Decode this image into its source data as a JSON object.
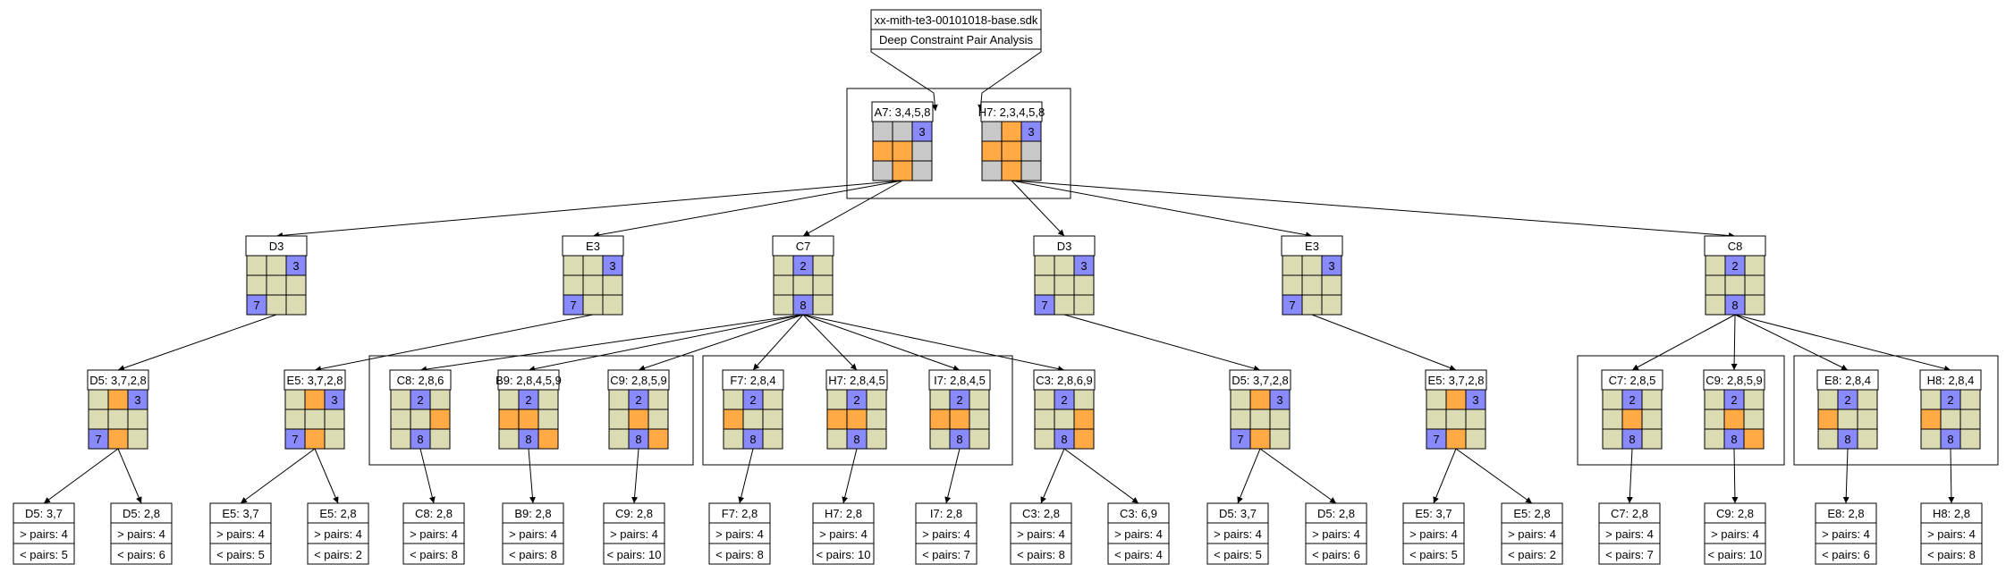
{
  "palette": {
    "default": "#dcdcb4",
    "blue": "#8a8aff",
    "orange": "#ffaa44",
    "gray": "#c8c8c8",
    "line": "#000000"
  },
  "root": {
    "file": "xx-mith-te3-00101018-base.sdk",
    "title": "Deep Constraint Pair Analysis"
  },
  "level1": [
    {
      "id": "A7",
      "label": "A7: 3,4,5,8",
      "cells": [
        "g",
        "g",
        "b3",
        "o",
        "o",
        "g",
        "g",
        "o",
        "g"
      ]
    },
    {
      "id": "H7",
      "label": "H7: 2,3,4,5,8",
      "cells": [
        "g",
        "o",
        "b3",
        "o",
        "o",
        "g",
        "g",
        "o",
        "g"
      ]
    }
  ],
  "level2": [
    {
      "id": "n2a",
      "label": "D3",
      "cells": [
        "d",
        "d",
        "b3",
        "d",
        "d",
        "d",
        "b7",
        "d",
        "d"
      ]
    },
    {
      "id": "n2b",
      "label": "E3",
      "cells": [
        "d",
        "d",
        "b3",
        "d",
        "d",
        "d",
        "b7",
        "d",
        "d"
      ]
    },
    {
      "id": "n2c",
      "label": "C7",
      "cells": [
        "d",
        "b2",
        "d",
        "d",
        "d",
        "d",
        "d",
        "b8",
        "d"
      ]
    },
    {
      "id": "n2d",
      "label": "D3",
      "cells": [
        "d",
        "d",
        "b3",
        "d",
        "d",
        "d",
        "b7",
        "d",
        "d"
      ]
    },
    {
      "id": "n2e",
      "label": "E3",
      "cells": [
        "d",
        "d",
        "b3",
        "d",
        "d",
        "d",
        "b7",
        "d",
        "d"
      ]
    },
    {
      "id": "n2f",
      "label": "C8",
      "cells": [
        "d",
        "b2",
        "d",
        "d",
        "d",
        "d",
        "d",
        "b8",
        "d"
      ]
    }
  ],
  "level3": [
    {
      "id": "n3a",
      "label": "D5: 3,7,2,8",
      "cells": [
        "d",
        "o",
        "b3",
        "d",
        "d",
        "d",
        "b7",
        "o",
        "d"
      ]
    },
    {
      "id": "n3b",
      "label": "E5: 3,7,2,8",
      "cells": [
        "d",
        "o",
        "b3",
        "d",
        "d",
        "d",
        "b7",
        "o",
        "d"
      ]
    },
    {
      "id": "n3c",
      "label": "C8: 2,8,6",
      "cells": [
        "d",
        "b2",
        "d",
        "d",
        "d",
        "o",
        "d",
        "b8",
        "d"
      ]
    },
    {
      "id": "n3d",
      "label": "B9: 2,8,4,5,9",
      "cells": [
        "d",
        "b2",
        "d",
        "o",
        "o",
        "d",
        "d",
        "b8",
        "o"
      ]
    },
    {
      "id": "n3e",
      "label": "C9: 2,8,5,9",
      "cells": [
        "d",
        "b2",
        "d",
        "d",
        "o",
        "d",
        "d",
        "b8",
        "o"
      ]
    },
    {
      "id": "n3f",
      "label": "F7: 2,8,4",
      "cells": [
        "d",
        "b2",
        "d",
        "o",
        "d",
        "d",
        "d",
        "b8",
        "d"
      ]
    },
    {
      "id": "n3g",
      "label": "H7: 2,8,4,5",
      "cells": [
        "d",
        "b2",
        "d",
        "o",
        "o",
        "d",
        "d",
        "b8",
        "d"
      ]
    },
    {
      "id": "n3h",
      "label": "I7: 2,8,4,5",
      "cells": [
        "d",
        "b2",
        "d",
        "o",
        "o",
        "d",
        "d",
        "b8",
        "d"
      ]
    },
    {
      "id": "n3i",
      "label": "C3: 2,8,6,9",
      "cells": [
        "d",
        "b2",
        "d",
        "d",
        "d",
        "o",
        "d",
        "b8",
        "o"
      ]
    },
    {
      "id": "n3j",
      "label": "D5: 3,7,2,8",
      "cells": [
        "d",
        "o",
        "b3",
        "d",
        "d",
        "d",
        "b7",
        "o",
        "d"
      ]
    },
    {
      "id": "n3k",
      "label": "E5: 3,7,2,8",
      "cells": [
        "d",
        "o",
        "b3",
        "d",
        "d",
        "d",
        "b7",
        "o",
        "d"
      ]
    },
    {
      "id": "n3l",
      "label": "C7: 2,8,5",
      "cells": [
        "d",
        "b2",
        "d",
        "d",
        "o",
        "d",
        "d",
        "b8",
        "d"
      ]
    },
    {
      "id": "n3m",
      "label": "C9: 2,8,5,9",
      "cells": [
        "d",
        "b2",
        "d",
        "d",
        "o",
        "d",
        "d",
        "b8",
        "o"
      ]
    },
    {
      "id": "n3n",
      "label": "E8: 2,8,4",
      "cells": [
        "d",
        "b2",
        "d",
        "o",
        "d",
        "d",
        "d",
        "b8",
        "d"
      ]
    },
    {
      "id": "n3o",
      "label": "H8: 2,8,4",
      "cells": [
        "d",
        "b2",
        "d",
        "o",
        "d",
        "d",
        "d",
        "b8",
        "d"
      ]
    }
  ],
  "leaves": [
    {
      "id": "l1",
      "label": "D5: 3,7",
      "gt": "> pairs: 4",
      "lt": "< pairs: 5"
    },
    {
      "id": "l2",
      "label": "D5: 2,8",
      "gt": "> pairs: 4",
      "lt": "< pairs: 6"
    },
    {
      "id": "l3",
      "label": "E5: 3,7",
      "gt": "> pairs: 4",
      "lt": "< pairs: 5"
    },
    {
      "id": "l4",
      "label": "E5: 2,8",
      "gt": "> pairs: 4",
      "lt": "< pairs: 2"
    },
    {
      "id": "l5",
      "label": "C8: 2,8",
      "gt": "> pairs: 4",
      "lt": "< pairs: 8"
    },
    {
      "id": "l6",
      "label": "B9: 2,8",
      "gt": "> pairs: 4",
      "lt": "< pairs: 8"
    },
    {
      "id": "l7",
      "label": "C9: 2,8",
      "gt": "> pairs: 4",
      "lt": "< pairs: 10"
    },
    {
      "id": "l8",
      "label": "F7: 2,8",
      "gt": "> pairs: 4",
      "lt": "< pairs: 8"
    },
    {
      "id": "l9",
      "label": "H7: 2,8",
      "gt": "> pairs: 4",
      "lt": "< pairs: 10"
    },
    {
      "id": "l10",
      "label": "I7: 2,8",
      "gt": "> pairs: 4",
      "lt": "< pairs: 7"
    },
    {
      "id": "l11",
      "label": "C3: 2,8",
      "gt": "> pairs: 4",
      "lt": "< pairs: 8"
    },
    {
      "id": "l12",
      "label": "C3: 6,9",
      "gt": "> pairs: 4",
      "lt": "< pairs: 4"
    },
    {
      "id": "l13",
      "label": "D5: 3,7",
      "gt": "> pairs: 4",
      "lt": "< pairs: 5"
    },
    {
      "id": "l14",
      "label": "D5: 2,8",
      "gt": "> pairs: 4",
      "lt": "< pairs: 6"
    },
    {
      "id": "l15",
      "label": "E5: 3,7",
      "gt": "> pairs: 4",
      "lt": "< pairs: 5"
    },
    {
      "id": "l16",
      "label": "E5: 2,8",
      "gt": "> pairs: 4",
      "lt": "< pairs: 2"
    },
    {
      "id": "l17",
      "label": "C7: 2,8",
      "gt": "> pairs: 4",
      "lt": "< pairs: 7"
    },
    {
      "id": "l18",
      "label": "C9: 2,8",
      "gt": "> pairs: 4",
      "lt": "< pairs: 10"
    },
    {
      "id": "l19",
      "label": "E8: 2,8",
      "gt": "> pairs: 4",
      "lt": "< pairs: 6"
    },
    {
      "id": "l20",
      "label": "H8: 2,8",
      "gt": "> pairs: 4",
      "lt": "< pairs: 8"
    }
  ],
  "edges": [
    [
      "A7",
      "n2a"
    ],
    [
      "A7",
      "n2b"
    ],
    [
      "A7",
      "n2c"
    ],
    [
      "H7",
      "n2d"
    ],
    [
      "H7",
      "n2e"
    ],
    [
      "H7",
      "n2f"
    ],
    [
      "n2a",
      "n3a"
    ],
    [
      "n2b",
      "n3b"
    ],
    [
      "n2c",
      "n3c"
    ],
    [
      "n2c",
      "n3d"
    ],
    [
      "n2c",
      "n3e"
    ],
    [
      "n2c",
      "n3f"
    ],
    [
      "n2c",
      "n3g"
    ],
    [
      "n2c",
      "n3h"
    ],
    [
      "n2c",
      "n3i"
    ],
    [
      "n2d",
      "n3j"
    ],
    [
      "n2e",
      "n3k"
    ],
    [
      "n2f",
      "n3l"
    ],
    [
      "n2f",
      "n3m"
    ],
    [
      "n2f",
      "n3n"
    ],
    [
      "n2f",
      "n3o"
    ],
    [
      "n3a",
      "l1"
    ],
    [
      "n3a",
      "l2"
    ],
    [
      "n3b",
      "l3"
    ],
    [
      "n3b",
      "l4"
    ],
    [
      "n3c",
      "l5"
    ],
    [
      "n3d",
      "l6"
    ],
    [
      "n3e",
      "l7"
    ],
    [
      "n3f",
      "l8"
    ],
    [
      "n3g",
      "l9"
    ],
    [
      "n3h",
      "l10"
    ],
    [
      "n3i",
      "l11"
    ],
    [
      "n3i",
      "l12"
    ],
    [
      "n3j",
      "l13"
    ],
    [
      "n3j",
      "l14"
    ],
    [
      "n3k",
      "l15"
    ],
    [
      "n3k",
      "l16"
    ],
    [
      "n3l",
      "l17"
    ],
    [
      "n3m",
      "l18"
    ],
    [
      "n3n",
      "l19"
    ],
    [
      "n3o",
      "l20"
    ]
  ]
}
